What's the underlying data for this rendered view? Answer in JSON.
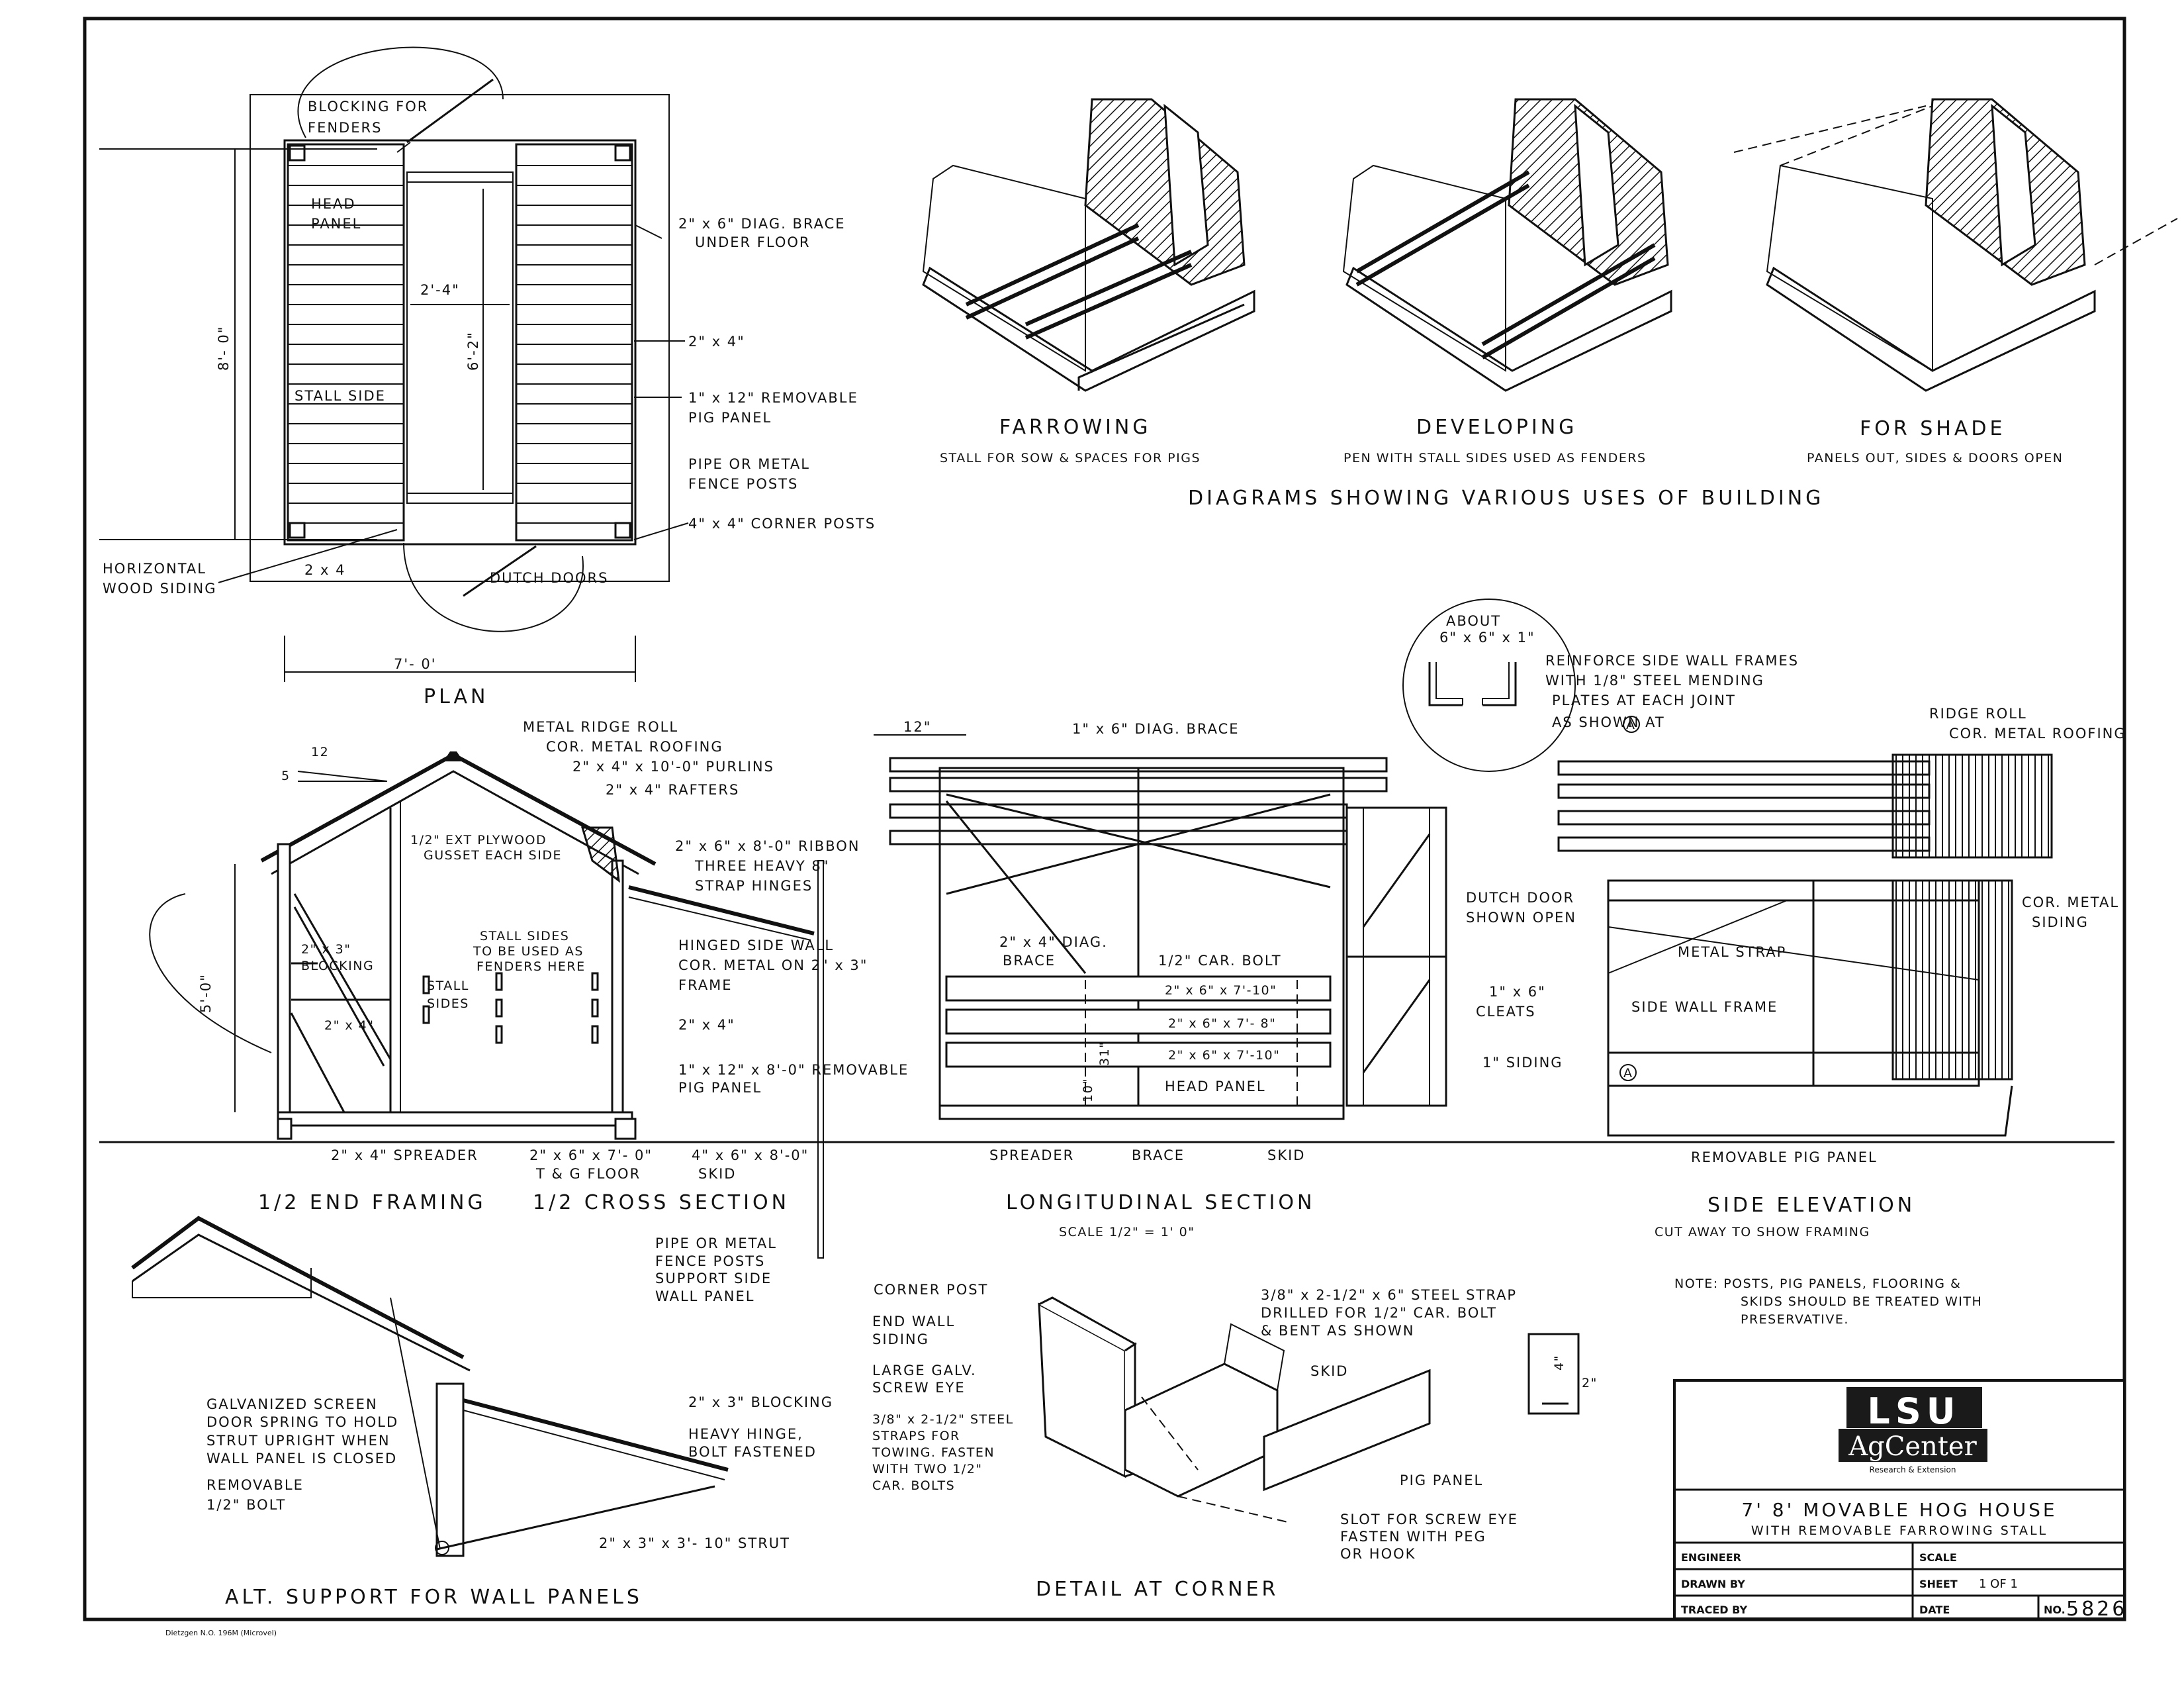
{
  "plan": {
    "blocking": "BLOCKING FOR",
    "fenders": "FENDERS",
    "head1": "HEAD",
    "head2": "PANEL",
    "diag1": "2\" x 6\" DIAG. BRACE",
    "diag2": "UNDER FLOOR",
    "dim24": "2'-4\"",
    "dim62": "6'-2\"",
    "dim80": "8'- 0\"",
    "twobyfour": "2\" x 4\"",
    "stall": "STALL SIDE",
    "pig1": "1\" x 12\" REMOVABLE",
    "pig2": "PIG PANEL",
    "pipe1": "PIPE OR METAL",
    "pipe2": "FENCE POSTS",
    "corner": "4\" x 4\" CORNER POSTS",
    "horiz1": "HORIZONTAL",
    "horiz2": "WOOD SIDING",
    "s2x4": "2 x 4",
    "dutch": "DUTCH DOORS",
    "dim70": "7'- 0'",
    "title": "PLAN"
  },
  "uses": {
    "farrowing": "FARROWING",
    "farrowing_sub": "STALL FOR SOW & SPACES FOR PIGS",
    "developing": "DEVELOPING",
    "developing_sub": "PEN WITH STALL SIDES USED AS FENDERS",
    "shade": "FOR SHADE",
    "shade_sub": "PANELS OUT, SIDES & DOORS OPEN",
    "title": "DIAGRAMS SHOWING VARIOUS USES OF BUILDING"
  },
  "mend": {
    "about1": "ABOUT",
    "about2": "6\" x 6\" x 1\"",
    "n1": "REINFORCE SIDE WALL FRAMES",
    "n2": "WITH 1/8\" STEEL MENDING",
    "n3": "PLATES AT EACH JOINT",
    "n4": "AS SHOWN AT",
    "marker": "A"
  },
  "cross": {
    "pitch_run": "12",
    "pitch_rise": "5",
    "ridge": "METAL RIDGE ROLL",
    "roofing": "COR. METAL ROOFING",
    "purlins": "2\" x 4\" x 10'-0\" PURLINS",
    "rafters": "2\" x 4\" RAFTERS",
    "gusset1": "1/2\" EXT PLYWOOD",
    "gusset2": "GUSSET EACH SIDE",
    "ribbon": "2\" x 6\" x 8'-0\" RIBBON",
    "hinge1": "THREE HEAVY 8\"",
    "hinge2": "STRAP HINGES",
    "dim50": "5'-0\"",
    "blk1": "2\" x 3\"",
    "blk2": "BLOCKING",
    "ss1": "STALL SIDES",
    "ss2": "TO BE USED AS",
    "ss3": "FENDERS HERE",
    "stall1": "STALL",
    "stall2": "SIDES",
    "hsw1": "HINGED SIDE WALL",
    "hsw2": "COR. METAL ON 2\" x 3\"",
    "hsw3": "FRAME",
    "c2x4a": "2\" x 4\"",
    "c2x4b": "2\" x 4\"",
    "rpp1": "1\" x 12\" x 8'-0\" REMOVABLE",
    "rpp2": "PIG PANEL",
    "spreader": "2\" x 4\" SPREADER",
    "floor1": "2\" x 6\" x 7'- 0\"",
    "floor2": "T & G FLOOR",
    "skid1": "4\" x 6\" x 8'-0\"",
    "skid2": "SKID",
    "t_end": "1/2 END FRAMING",
    "t_cross": "1/2 CROSS SECTION"
  },
  "long": {
    "dim12": "12\"",
    "diag": "1\" x 6\" DIAG. BRACE",
    "dutch1": "DUTCH DOOR",
    "dutch2": "SHOWN OPEN",
    "d2x4a": "2\" x 4\" DIAG.",
    "d2x4b": "BRACE",
    "bolt": "1/2\" CAR. BOLT",
    "b1": "2\" x 6\" x 7'-10\"",
    "b2": "2\" x 6\" x 7'- 8\"",
    "b3": "2\" x 6\" x 7'-10\"",
    "dim31": "31\"",
    "dim10": "10\"",
    "cleat1": "1\" x 6\"",
    "cleat2": "CLEATS",
    "siding": "1\" SIDING",
    "headp": "HEAD PANEL",
    "spreader": "SPREADER",
    "brace": "BRACE",
    "skid": "SKID",
    "title": "LONGITUDINAL SECTION",
    "scale": "SCALE 1/2\" = 1' 0\""
  },
  "side": {
    "ridge": "RIDGE ROLL",
    "roofing": "COR. METAL ROOFING",
    "cor1": "COR. METAL",
    "cor2": "SIDING",
    "strap": "METAL STRAP",
    "swf": "SIDE WALL FRAME",
    "marker": "A",
    "rpp": "REMOVABLE PIG PANEL",
    "title": "SIDE ELEVATION",
    "sub": "CUT AWAY TO SHOW FRAMING",
    "note1": "NOTE: POSTS, PIG PANELS, FLOORING &",
    "note2": "SKIDS SHOULD BE TREATED WITH",
    "note3": "PRESERVATIVE."
  },
  "alt": {
    "g1": "GALVANIZED SCREEN",
    "g2": "DOOR SPRING TO HOLD",
    "g3": "STRUT UPRIGHT WHEN",
    "g4": "WALL PANEL IS CLOSED",
    "r1": "REMOVABLE",
    "r2": "1/2\" BOLT",
    "blk": "2\" x 3\" BLOCKING",
    "h1": "HEAVY HINGE,",
    "h2": "BOLT FASTENED",
    "strut": "2\" x 3\" x 3'- 10\" STRUT",
    "p1": "PIPE OR METAL",
    "p2": "FENCE POSTS",
    "p3": "SUPPORT SIDE",
    "p4": "WALL PANEL",
    "title": "ALT. SUPPORT FOR WALL PANELS"
  },
  "corner": {
    "post": "CORNER POST",
    "end1": "END WALL",
    "end2": "SIDING",
    "eye1": "LARGE GALV.",
    "eye2": "SCREW EYE",
    "st1": "3/8\" x 2-1/2\" STEEL",
    "st2": "STRAPS FOR",
    "st3": "TOWING. FASTEN",
    "st4": "WITH TWO 1/2\"",
    "st5": "CAR. BOLTS",
    "strap1": "3/8\" x 2-1/2\" x 6\" STEEL STRAP",
    "strap2": "DRILLED FOR 1/2\" CAR. BOLT",
    "strap3": "& BENT AS SHOWN",
    "skid": "SKID",
    "pig": "PIG PANEL",
    "slot1": "SLOT FOR SCREW EYE",
    "slot2": "FASTEN WITH PEG",
    "slot3": "OR HOOK",
    "dim4": "4\"",
    "dim2": "2\"",
    "title": "DETAIL AT CORNER"
  },
  "titleblock": {
    "logo_top": "LSU",
    "logo_mid": "AgCenter",
    "logo_sub": "Research & Extension",
    "title": "7' 8' MOVABLE HOG HOUSE",
    "subtitle": "WITH REMOVABLE FARROWING STALL",
    "engineer": "ENGINEER",
    "scale": "SCALE",
    "drawn": "DRAWN BY",
    "sheet": "SHEET",
    "sheet_val": "1 OF 1",
    "traced": "TRACED BY",
    "date": "DATE",
    "no_label": "NO.",
    "no_val": "5826"
  },
  "footer": "Dietzgen N.O. 196M (Microvel)"
}
